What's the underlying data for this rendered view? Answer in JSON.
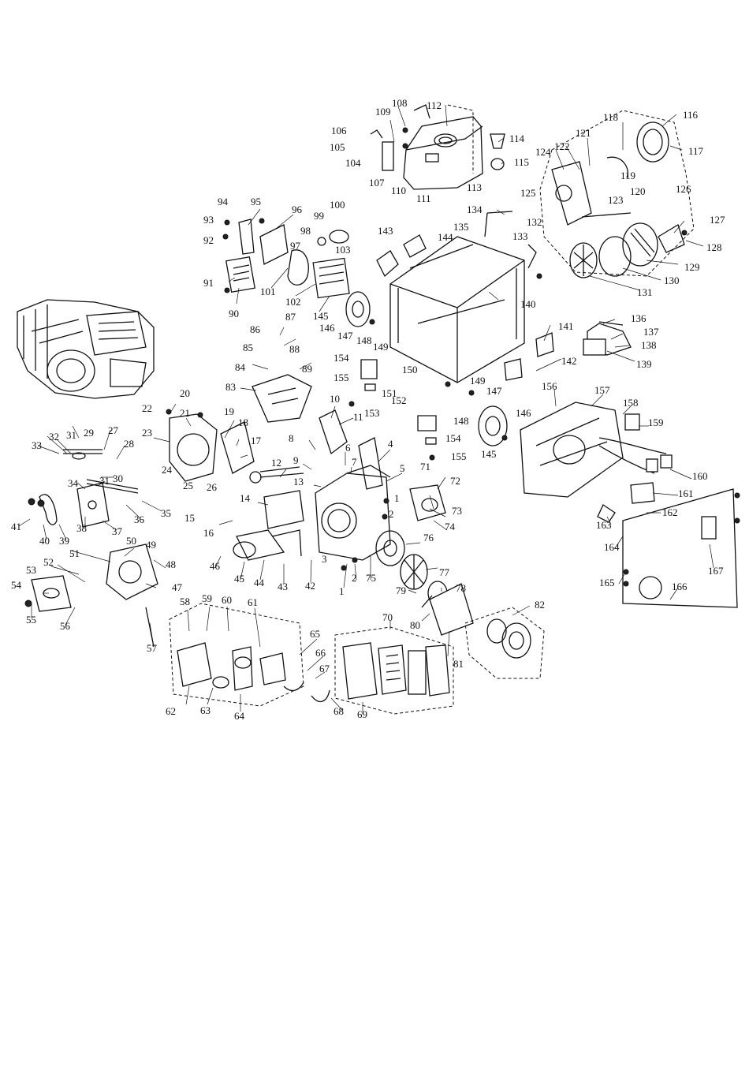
{
  "diagram": {
    "type": "exploded-parts-diagram",
    "labels": [
      "1",
      "2",
      "3",
      "4",
      "5",
      "6",
      "7",
      "8",
      "9",
      "10",
      "11",
      "12",
      "13",
      "14",
      "15",
      "16",
      "17",
      "18",
      "19",
      "20",
      "21",
      "22",
      "23",
      "24",
      "25",
      "26",
      "27",
      "28",
      "29",
      "30",
      "31",
      "32",
      "33",
      "34",
      "35",
      "36",
      "37",
      "38",
      "39",
      "40",
      "41",
      "42",
      "43",
      "44",
      "45",
      "46",
      "47",
      "48",
      "49",
      "50",
      "51",
      "52",
      "53",
      "54",
      "55",
      "56",
      "57",
      "58",
      "59",
      "60",
      "61",
      "62",
      "63",
      "64",
      "65",
      "66",
      "67",
      "68",
      "69",
      "70",
      "71",
      "72",
      "73",
      "74",
      "75",
      "76",
      "77",
      "78",
      "79",
      "80",
      "81",
      "82",
      "83",
      "84",
      "85",
      "86",
      "87",
      "88",
      "89",
      "90",
      "91",
      "92",
      "93",
      "94",
      "95",
      "96",
      "97",
      "98",
      "99",
      "100",
      "101",
      "102",
      "103",
      "104",
      "105",
      "106",
      "107",
      "108",
      "109",
      "110",
      "111",
      "112",
      "113",
      "114",
      "115",
      "116",
      "117",
      "118",
      "119",
      "120",
      "121",
      "122",
      "123",
      "124",
      "125",
      "126",
      "127",
      "128",
      "129",
      "130",
      "131",
      "132",
      "133",
      "134",
      "135",
      "136",
      "137",
      "138",
      "139",
      "140",
      "141",
      "142",
      "143",
      "144",
      "145",
      "146",
      "147",
      "148",
      "149",
      "150",
      "151",
      "152",
      "153",
      "154",
      "155",
      "156",
      "157",
      "158",
      "159",
      "160",
      "161",
      "162",
      "163",
      "164",
      "165",
      "166",
      "167"
    ],
    "duplicate_labels": [
      "1",
      "2",
      "31",
      "145",
      "146",
      "147",
      "148",
      "149",
      "154",
      "155"
    ]
  }
}
